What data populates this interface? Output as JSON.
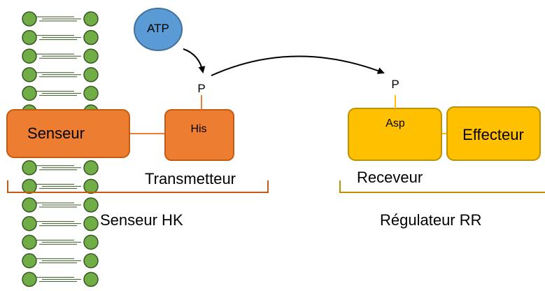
{
  "colors": {
    "membrane_fill": "#70ad47",
    "membrane_stroke": "#385723",
    "hk_fill": "#ed7d31",
    "hk_stroke": "#c55a11",
    "rr_fill": "#ffc000",
    "rr_stroke": "#bf9000",
    "atp_fill": "#5b9bd5",
    "atp_stroke": "#41719c",
    "rr_bracket": "#bf9000",
    "hk_bracket": "#c55a11",
    "arrow": "#000000"
  },
  "icons": {
    "membrane": "lipid-bilayer-icon"
  },
  "labels": {
    "atp": "ATP",
    "phospho_his": "P",
    "phospho_asp": "P",
    "senseur_domain": "Senseur",
    "his": "His",
    "transmetteur": "Transmetteur",
    "senseur_hk": "Senseur HK",
    "asp": "Asp",
    "effecteur": "Effecteur",
    "receveur": "Receveur",
    "regulateur_rr": "Régulateur RR"
  }
}
